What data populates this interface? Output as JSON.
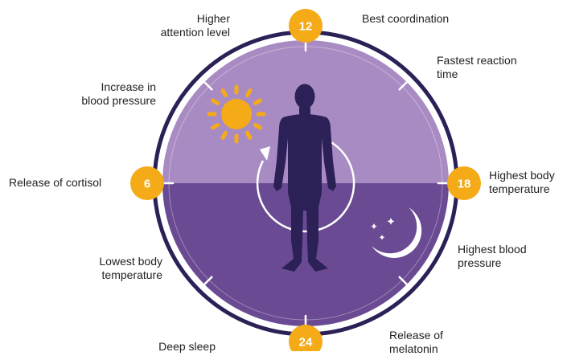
{
  "hours": {
    "top": "12",
    "right": "18",
    "bottom": "24",
    "left": "6"
  },
  "events": {
    "higher_attention": [
      "Higher",
      "attention level"
    ],
    "best_coordination": "Best coordination",
    "fastest_reaction": [
      "Fastest reaction",
      "time"
    ],
    "increase_bp": [
      "Increase in",
      "blood pressure"
    ],
    "release_cortisol": "Release of cortisol",
    "highest_body_temp": [
      "Highest body",
      "temperature"
    ],
    "lowest_body_temp": [
      "Lowest body",
      "temperature"
    ],
    "highest_bp": [
      "Highest blood",
      "pressure"
    ],
    "deep_sleep": "Deep sleep",
    "release_melatonin": [
      "Release of",
      "melatonin"
    ]
  },
  "icons": {
    "sun": "sun-icon",
    "moon": "moon-icon",
    "person": "person-silhouette-icon",
    "cycle_arrow": "cycle-arrow-icon"
  },
  "colors": {
    "day": "#A98BC3",
    "night": "#6A4A92",
    "ring": "#2C2157",
    "badge": "#F5AA17",
    "sun": "#F5AA17",
    "moon": "#ffffff",
    "person": "#2C2157"
  }
}
